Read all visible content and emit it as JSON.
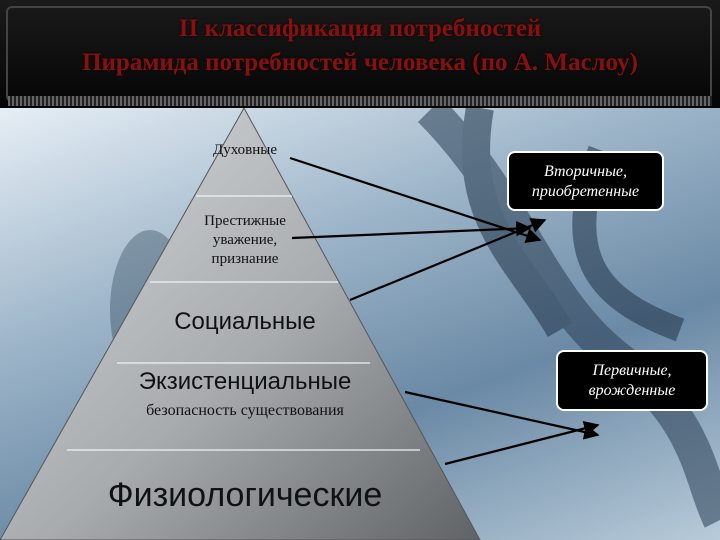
{
  "title": {
    "line1": "II классификация потребностей",
    "line2": "Пирамида потребностей человека (по А. Маслоу)"
  },
  "pyramid": {
    "levels": [
      {
        "label": "Духовные"
      },
      {
        "label": "Престижные уважение, признание"
      },
      {
        "label": "Социальные"
      },
      {
        "label": "Экзистенциальные",
        "sublabel": "безопасность существования"
      },
      {
        "label": "Физиологические"
      }
    ]
  },
  "boxes": {
    "secondary": "Вторичные, приобретенные",
    "primary": "Первичные, врожденные"
  },
  "colors": {
    "title": "#8a1010",
    "pyramid_light": "#cfd2d4",
    "pyramid_dark": "#5f6366"
  }
}
